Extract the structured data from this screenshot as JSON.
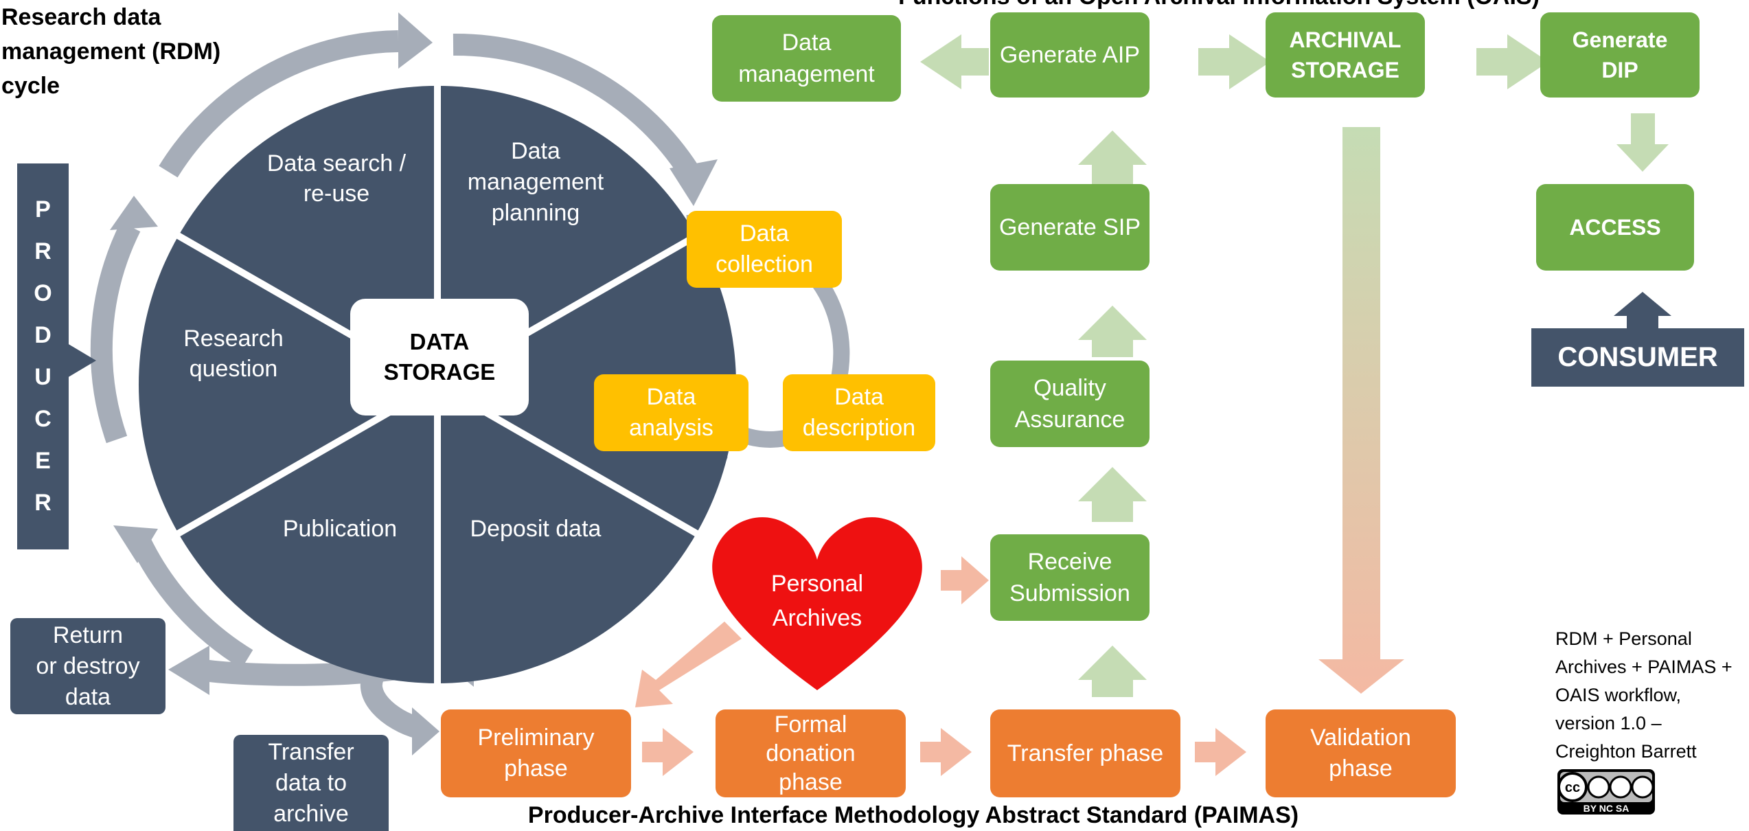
{
  "colors": {
    "navy": "#44546a",
    "green": "#70ad47",
    "orange": "#ed7d31",
    "yellow": "#ffc000",
    "grey_arrow": "#a6adb8",
    "green_arrow": "#c5dcb4",
    "pink_arrow": "#f4b9a3",
    "heart": "#ee1111"
  },
  "rdm": {
    "title": "Research data\nmanagement (RDM)\ncycle",
    "center": "DATA\nSTORAGE",
    "segments": {
      "search": "Data search /\nre-use",
      "planning": "Data\nmanagement\nplanning",
      "question": "Research\nquestion",
      "publication": "Publication",
      "deposit": "Deposit data"
    },
    "subcycle": {
      "collection": "Data\ncollection",
      "analysis": "Data\nanalysis",
      "description": "Data\ndescription"
    }
  },
  "producer": {
    "label": "P\nR\nO\nD\nU\nC\nE\nR"
  },
  "return_box": "Return\nor destroy\ndata",
  "transfer_box": "Transfer\ndata to\narchive",
  "personal_archives": "Personal\nArchives",
  "oais": {
    "title": "Functions of an Open Archival Information System (OAIS)",
    "data_management": "Data\nmanagement",
    "generate_aip": "Generate AIP",
    "archival_storage": "ARCHIVAL\nSTORAGE",
    "generate_dip": "Generate\nDIP",
    "access": "ACCESS",
    "consumer": "CONSUMER",
    "generate_sip": "Generate SIP",
    "quality_assurance": "Quality\nAssurance",
    "receive_submission": "Receive\nSubmission"
  },
  "paimas": {
    "preliminary": "Preliminary\nphase",
    "formal": "Formal\ndonation\nphase",
    "transfer": "Transfer phase",
    "validation": "Validation\nphase",
    "title": "Producer-Archive  Interface Methodology  Abstract Standard  (PAIMAS)"
  },
  "credit": {
    "text": "RDM + Personal\nArchives + PAIMAS +\nOAIS workflow,\nversion 1.0 –\nCreighton Barrett",
    "license_label": "BY  NC  SA"
  }
}
